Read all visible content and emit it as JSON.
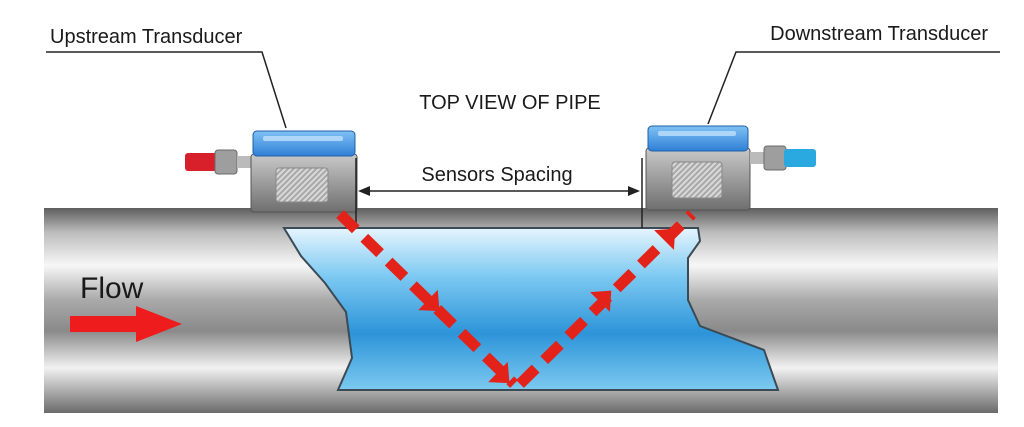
{
  "labels": {
    "upstream": "Upstream Transducer",
    "downstream": "Downstream Transducer",
    "view": "TOP VIEW OF PIPE",
    "spacing": "Sensors Spacing",
    "flow": "Flow"
  },
  "colors": {
    "pipe_dark": "#6e6e6e",
    "pipe_light": "#f4f4f4",
    "water_light": "#cfeaf9",
    "water_mid": "#5db8ec",
    "water_dark": "#1f86c9",
    "signal_arrow": "#e32219",
    "flow_arrow": "#ee1c1c",
    "transducer_blue": "#3f8fe0",
    "transducer_body": "#9a9a9a",
    "upstream_connector": "#d8202a",
    "downstream_connector": "#2aa9e0"
  },
  "icons": {
    "upstream_device": "ultrasonic-transducer-icon",
    "downstream_device": "ultrasonic-transducer-icon",
    "flow_direction": "arrow-right-icon",
    "signal_path": "dashed-arrow-icon"
  }
}
